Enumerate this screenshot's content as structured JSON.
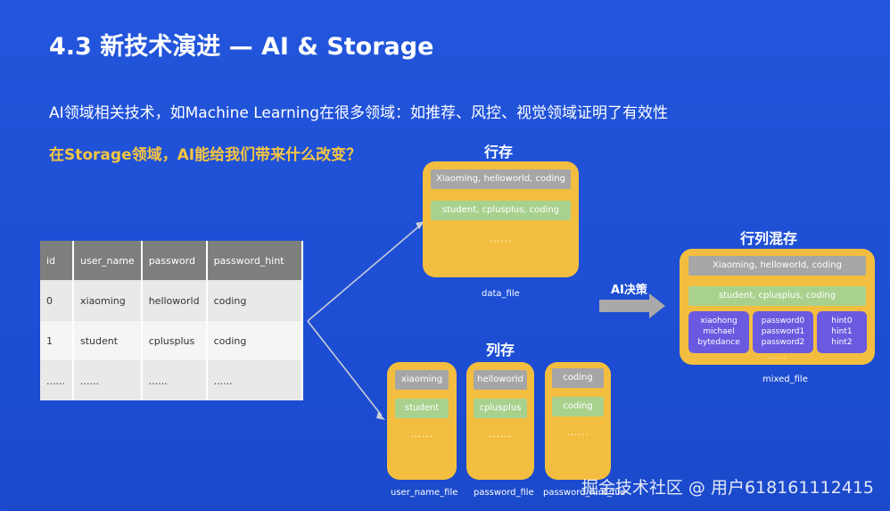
{
  "title": "4.3 新技术演进 — AI & Storage",
  "subtitle": "AI领域相关技术，如Machine Learning在很多领域：如推荐、风控、视觉领域证明了有效性",
  "question": "在Storage领域，AI能给我们带来什么改变？",
  "table": {
    "headers": [
      "id",
      "user_name",
      "password",
      "password_hint"
    ],
    "rows": [
      [
        "0",
        "xiaoming",
        "helloworld",
        "coding"
      ],
      [
        "1",
        "student",
        "cplusplus",
        "coding"
      ],
      [
        "......",
        "......",
        "......",
        "......"
      ]
    ]
  },
  "row_store": {
    "label": "行存",
    "rows": [
      "Xiaoming, helloworld, coding",
      "student, cplusplus, coding"
    ],
    "dots": "......",
    "file_label": "data_file"
  },
  "col_store": {
    "label": "列存",
    "files": [
      {
        "rows": [
          "xiaoming",
          "student"
        ],
        "dots": "......",
        "file_label": "user_name_file"
      },
      {
        "rows": [
          "helloworld",
          "cplusplus"
        ],
        "dots": "......",
        "file_label": "password_file"
      },
      {
        "rows": [
          "coding",
          "coding"
        ],
        "dots": "......",
        "file_label": "password_hint_file"
      }
    ]
  },
  "ai_label": "AI决策",
  "mixed_store": {
    "label": "行列混存",
    "rows": [
      "Xiaoming, helloworld, coding",
      "student, cplusplus, coding"
    ],
    "blocks": [
      [
        "xiaohong",
        "michael",
        "bytedance"
      ],
      [
        "password0",
        "password1",
        "password2"
      ],
      [
        "hint0",
        "hint1",
        "hint2"
      ]
    ],
    "dots": "......",
    "file_label": "mixed_file"
  },
  "watermark": "掘金技术社区 @ 用户618161112415",
  "colors": {
    "background": "#1f4fd6",
    "accent_yellow": "#f5c542",
    "file_box": "#f3be3f",
    "row_gray": "#a6a6a6",
    "row_green": "#a9d18e",
    "block_purple": "#6a5ae0"
  }
}
